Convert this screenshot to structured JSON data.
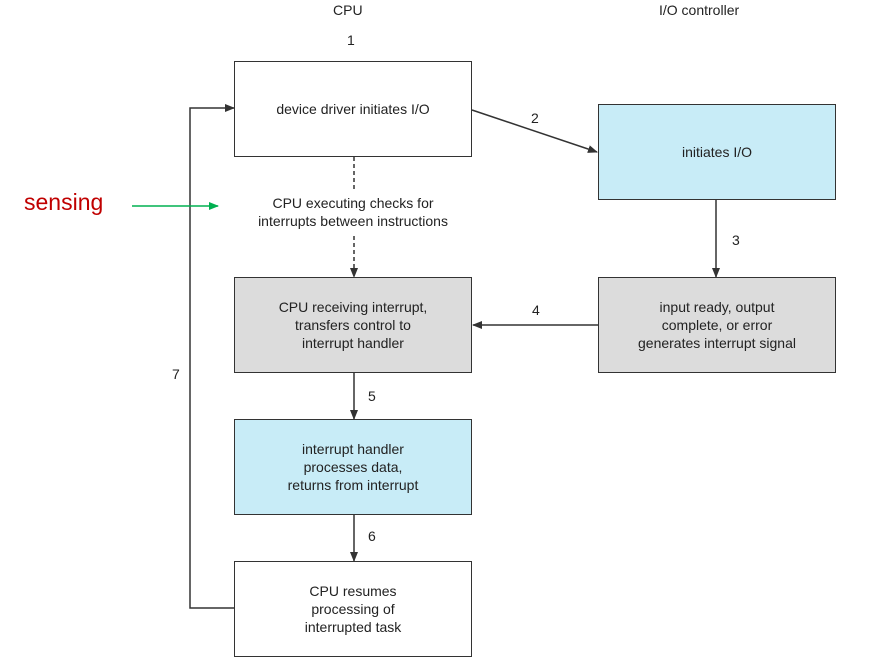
{
  "headers": {
    "cpu": "CPU",
    "io_controller": "I/O controller"
  },
  "step_numbers": {
    "s1": "1",
    "s2": "2",
    "s3": "3",
    "s4": "4",
    "s5": "5",
    "s6": "6",
    "s7": "7"
  },
  "boxes": {
    "device_driver": "device driver initiates I/O",
    "initiates_io": "initiates I/O",
    "cpu_receiving": "CPU receiving interrupt,\ntransfers control to\ninterrupt handler",
    "input_ready": "input ready, output\ncomplete, or error\ngenerates interrupt signal",
    "interrupt_handler": "interrupt handler\nprocesses data,\nreturns from interrupt",
    "cpu_resumes": "CPU resumes\nprocessing of\ninterrupted task"
  },
  "cpu_checking_text": "CPU executing checks for\ninterrupts between instructions",
  "annotation": {
    "label": "sensing",
    "label_color": "#c00000",
    "arrow_color": "#00b050"
  },
  "colors": {
    "blue_box": "#c8ecf7",
    "gray_box": "#dcdcdc",
    "line": "#333333"
  }
}
